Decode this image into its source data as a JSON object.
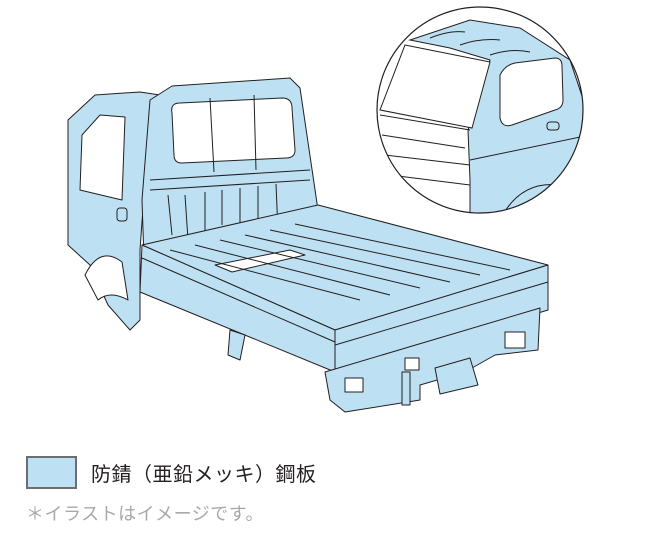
{
  "illustration": {
    "subject": "light-truck-body-cutaway",
    "detail_inset": "cab-front-closeup",
    "highlight_color": "#bde0f3",
    "line_color": "#231f20"
  },
  "legend": {
    "swatch_color": "#bde0f3",
    "swatch_border": "#6d6e71",
    "label": "防錆（亜鉛メッキ）鋼板"
  },
  "note": "＊イラストはイメージです。"
}
